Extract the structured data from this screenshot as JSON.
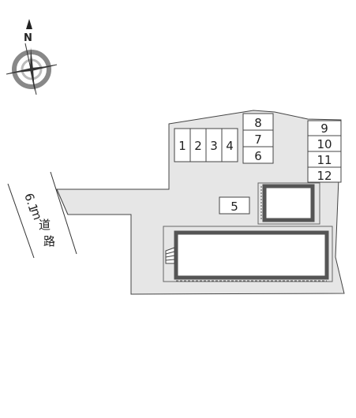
{
  "compass": {
    "north_label": "N",
    "icon": "compass-rose-icon"
  },
  "road": {
    "width_text": "6.1",
    "unit_text": "m",
    "name_char_1": "道",
    "name_char_2": "路"
  },
  "parking": {
    "row_left": [
      "1",
      "2",
      "3",
      "4"
    ],
    "column_center": [
      "8",
      "7",
      "6"
    ],
    "column_right": [
      "9",
      "10",
      "11",
      "12"
    ],
    "single": "5"
  },
  "colors": {
    "site_fill": "#e6e6e6",
    "outline": "#444444",
    "building": "#555555"
  }
}
